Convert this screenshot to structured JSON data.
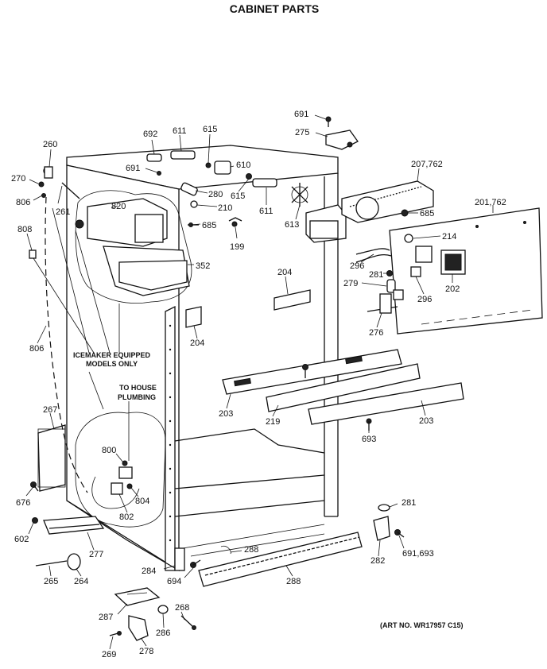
{
  "header": {
    "title_top": "CABINET PARTS"
  },
  "notes": {
    "icemaker_line1": "ICEMAKER EQUIPPED",
    "icemaker_line2": "MODELS ONLY",
    "plumbing_line1": "TO HOUSE",
    "plumbing_line2": "PLUMBING",
    "art_no": "(ART NO. WR17957 C15)"
  },
  "callouts": {
    "p691_top": "691",
    "p275": "275",
    "p692": "692",
    "p611_top": "611",
    "p615_top": "615",
    "p260": "260",
    "p270": "270",
    "p691_mid": "691",
    "p610": "610",
    "p207": "207,762",
    "p806_top": "806",
    "p261": "261",
    "p820": "820",
    "p280": "280",
    "p615_mid": "615",
    "p210": "210",
    "p611_mid": "611",
    "p613": "613",
    "p685_right": "685",
    "p201": "201,762",
    "p808": "808",
    "p685_mid": "685",
    "p199": "199",
    "p214": "214",
    "p352": "352",
    "p296a": "296",
    "p281_top": "281",
    "p204_right": "204",
    "p279": "279",
    "p296b": "296",
    "p202": "202",
    "p204_left": "204",
    "p276": "276",
    "p806_bottom": "806",
    "p267": "267",
    "p203_left": "203",
    "p219": "219",
    "p203_right": "203",
    "p693": "693",
    "p800": "800",
    "p804": "804",
    "p676": "676",
    "p802": "802",
    "p281_bottom": "281",
    "p602": "602",
    "p277": "277",
    "p288_top": "288",
    "p691_693": "691,693",
    "p282": "282",
    "p284": "284",
    "p265": "265",
    "p264": "264",
    "p694": "694",
    "p288_bottom": "288",
    "p268": "268",
    "p287": "287",
    "p286": "286",
    "p269": "269",
    "p278": "278"
  }
}
